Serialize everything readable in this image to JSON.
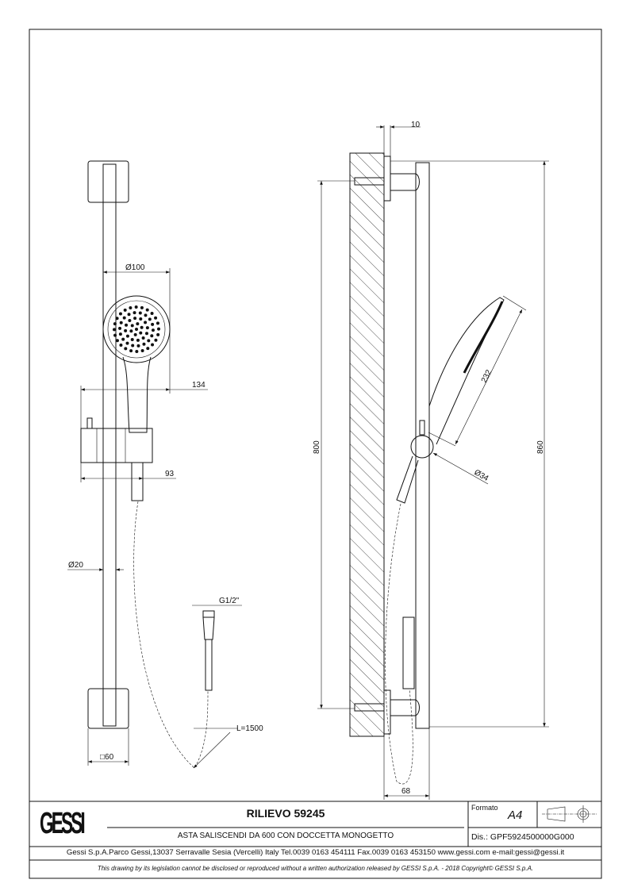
{
  "title_block": {
    "logo": "GESSI",
    "title": "RILIEVO 59245",
    "subtitle": "ASTA SALISCENDI DA 600 CON DOCCETTA MONOGETTO",
    "format_label": "Formato",
    "format_value": "A4",
    "drawing_number": "Dis.: GPF5924500000G000",
    "address": "Gessi S.p.A.Parco Gessi,13037 Serravalle Sesia (Vercelli) Italy Tel.0039 0163 454111 Fax.0039 0163 453150 www.gessi.com e-mail:gessi@gessi.it",
    "disclaimer": "This drawing by its legislation cannot be disclosed or reproduced without a written authorization released by GESSI S.p.A. - 2018 Copyright© GESSI S.p.A."
  },
  "dimensions": {
    "head_diameter": "Ø100",
    "head_projection": "134",
    "slider_width": "93",
    "rail_diameter": "Ø20",
    "thread": "G1/2\"",
    "hose_length": "L=1500",
    "bracket_size": "□60",
    "plate_thickness": "10",
    "fixing_distance": "800",
    "total_height": "860",
    "wall_projection": "68",
    "slider_diameter": "Ø34",
    "head_length": "232"
  },
  "icons": {
    "projection_symbol": "first-angle-projection-icon"
  }
}
